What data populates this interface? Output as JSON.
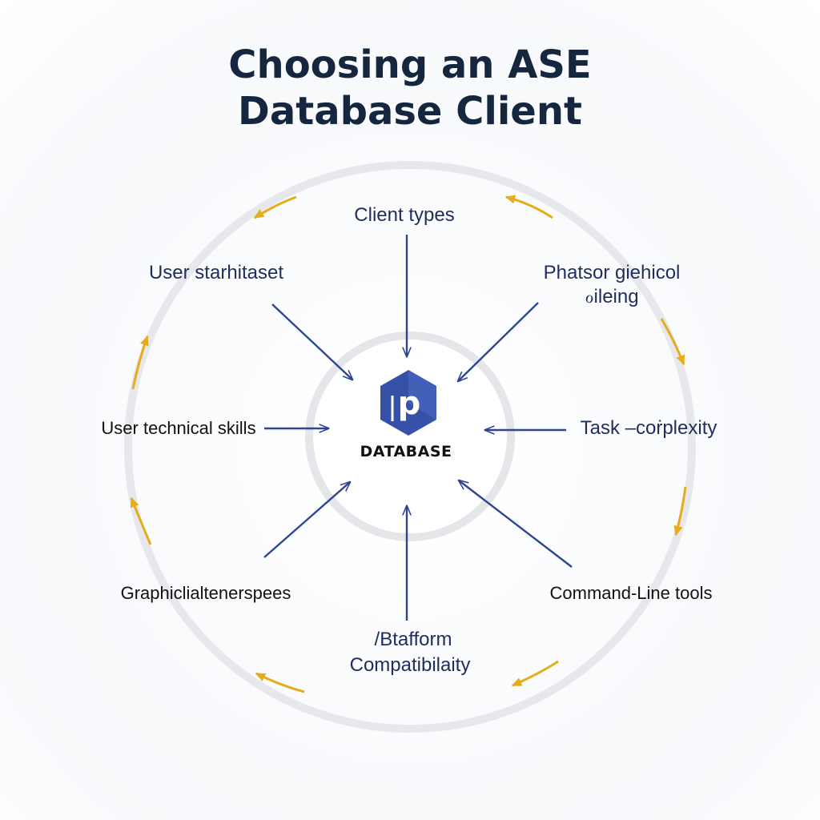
{
  "title": {
    "line1": "Choosing an ASE",
    "line2": "Database Client"
  },
  "hub": {
    "logo_letter": "p",
    "label": "DATABASE",
    "logo_icon": "database-p-hexagon-icon"
  },
  "factors": {
    "top": "Client types",
    "top_left": "User starhitaset",
    "top_right_line1": "Phatsor giehicol",
    "top_right_line2": "ℴileing",
    "left": "User technical skills",
    "right": "Task –coṙplexity",
    "bottom_left": "Graphiclialtenerspees",
    "bottom_right": "Command-Line tools",
    "bottom_line1": "/Btafform",
    "bottom_line2": "Compatibilaity"
  },
  "colors": {
    "title": "#15263f",
    "arrow_blue": "#2f4591",
    "cycle_arrow_gold": "#e5ac1b",
    "ring_gray": "#e6e8ec",
    "logo_blue": "#3552a8"
  }
}
